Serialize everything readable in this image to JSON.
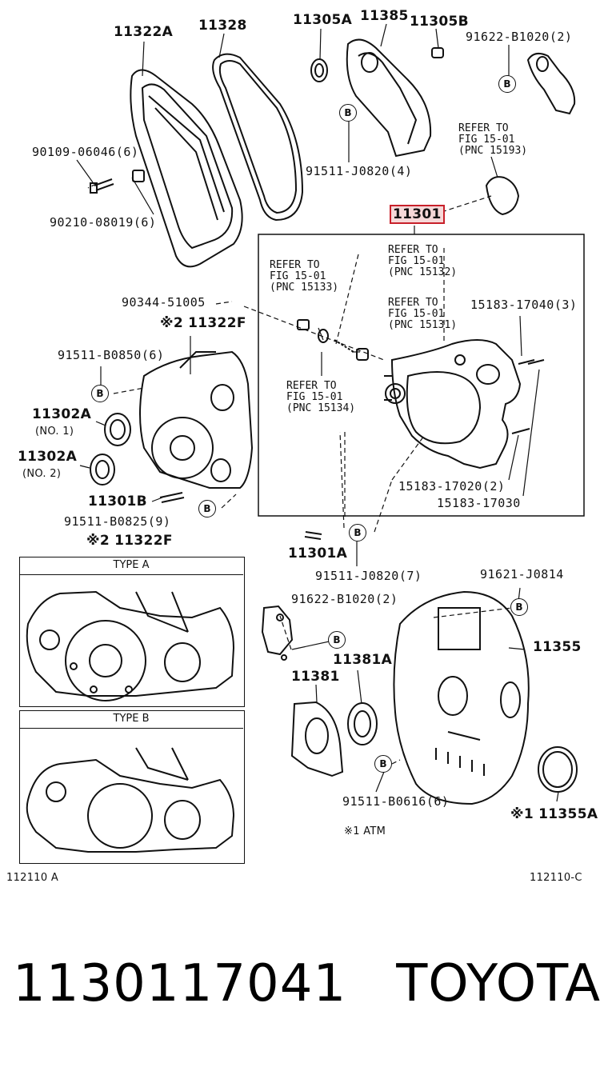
{
  "labels": {
    "p11322A": "11322A",
    "p11328": "11328",
    "p11305A": "11305A",
    "p11385": "11385",
    "p11305B": "11305B",
    "p91622B1020_top": "91622-B1020(2)",
    "p90109": "90109-06046(6)",
    "p90210": "90210-08019(6)",
    "p91511J0820_4": "91511-J0820(4)",
    "p11301": "11301",
    "p90344": "90344-51005",
    "p11322F_a": "※2 11322F",
    "p91511B0850": "91511-B0850(6)",
    "p11302A_1": "11302A",
    "p11302A_1n": "(NO. 1)",
    "p11302A_2": "11302A",
    "p11302A_2n": "(NO. 2)",
    "p11301B": "11301B",
    "p91511B0825": "91511-B0825(9)",
    "p11322F_b": "※2 11322F",
    "p15183_17040": "15183-17040(3)",
    "p15183_17020": "15183-17020(2)",
    "p15183_17030": "15183-17030",
    "p11301A": "11301A",
    "p91511J0820_7": "91511-J0820(7)",
    "p91621J0814": "91621-J0814",
    "p91622B1020_mid": "91622-B1020(2)",
    "p11355": "11355",
    "p11381A": "11381A",
    "p11381": "11381",
    "p91511B0616": "91511-B0616(6)",
    "p11355A": "※1 11355A",
    "atm_note": "※1  ATM",
    "code_left": "112110 A",
    "code_right": "112110-C",
    "type_a": "TYPE A",
    "type_b": "TYPE B"
  },
  "refers": {
    "r15193": "REFER TO\nFIG 15-01\n(PNC 15193)",
    "r15133": "REFER TO\nFIG 15-01\n(PNC 15133)",
    "r15132": "REFER TO\nFIG 15-01\n(PNC 15132)",
    "r15131": "REFER TO\nFIG 15-01\n(PNC 15131)",
    "r15134": "REFER TO\nFIG 15-01\n(PNC 15134)"
  },
  "badge_letter": "B",
  "footer": {
    "part_number": "1130117041",
    "brand": "TOYOTA"
  },
  "colors": {
    "highlight_border": "#c8202a",
    "highlight_fill": "#f6d8d8"
  }
}
